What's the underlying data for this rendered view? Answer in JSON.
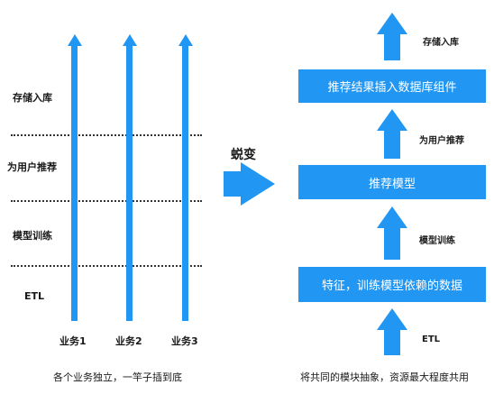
{
  "left": {
    "stages": [
      "存储入库",
      "为用户推荐",
      "模型训练",
      "ETL"
    ],
    "businesses": [
      "业务1",
      "业务2",
      "业务3"
    ],
    "caption": "各个业务独立，一竿子插到底"
  },
  "transition": {
    "label": "蜕变"
  },
  "right": {
    "blocks": [
      "推荐结果插入数据库组件",
      "推荐模型",
      "特征，训练模型依赖的数据"
    ],
    "arrow_labels": [
      "存储入库",
      "为用户推荐",
      "模型训练",
      "ETL"
    ],
    "caption": "将共同的模块抽象，资源最大程度共用"
  },
  "colors": {
    "accent": "#2196f3"
  }
}
